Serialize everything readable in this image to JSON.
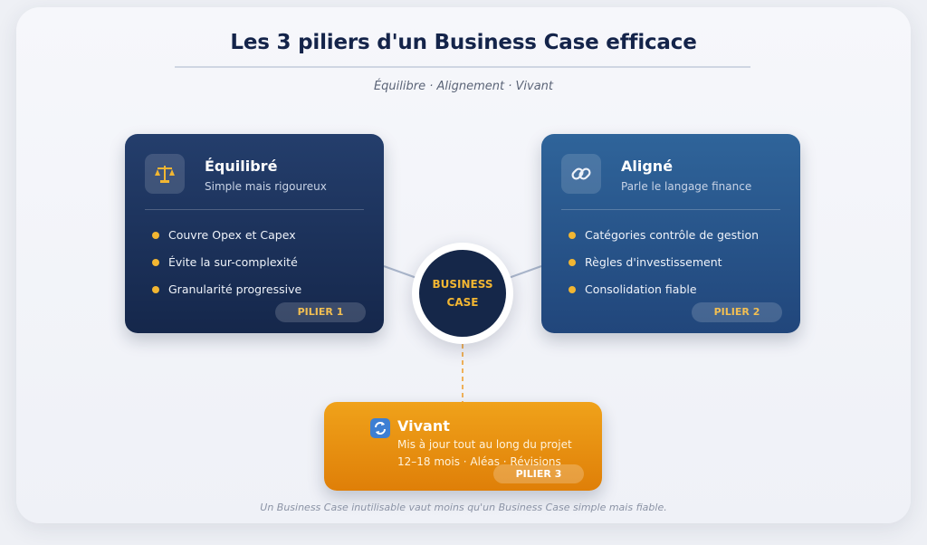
{
  "header": {
    "title": "Les 3 piliers d'un Business Case efficace",
    "subtitle": "Équilibre · Alignement · Vivant"
  },
  "hub": {
    "line1": "BUSINESS",
    "line2": "CASE"
  },
  "pillars": [
    {
      "icon": "balance-scale-icon",
      "title": "Équilibré",
      "subtitle": "Simple mais rigoureux",
      "bullets": [
        "Couvre Opex et Capex",
        "Évite la sur-complexité",
        "Granularité progressive"
      ],
      "badge": "PILIER 1"
    },
    {
      "icon": "link-chain-icon",
      "title": "Aligné",
      "subtitle": "Parle le langage finance",
      "bullets": [
        "Catégories contrôle de gestion",
        "Règles d'investissement",
        "Consolidation fiable"
      ],
      "badge": "PILIER 2"
    },
    {
      "icon": "refresh-icon",
      "title": "Vivant",
      "line1": "Mis à jour tout au long du projet",
      "line2": "12–18 mois · Aléas · Révisions",
      "badge": "PILIER 3"
    }
  ],
  "footer": "Un Business Case inutilisable vaut moins qu'un Business Case simple mais fiable.",
  "colors": {
    "navy": "#152749",
    "blue": "#2b5b93",
    "orange": "#ec9712",
    "accent_gold": "#f2b632"
  }
}
